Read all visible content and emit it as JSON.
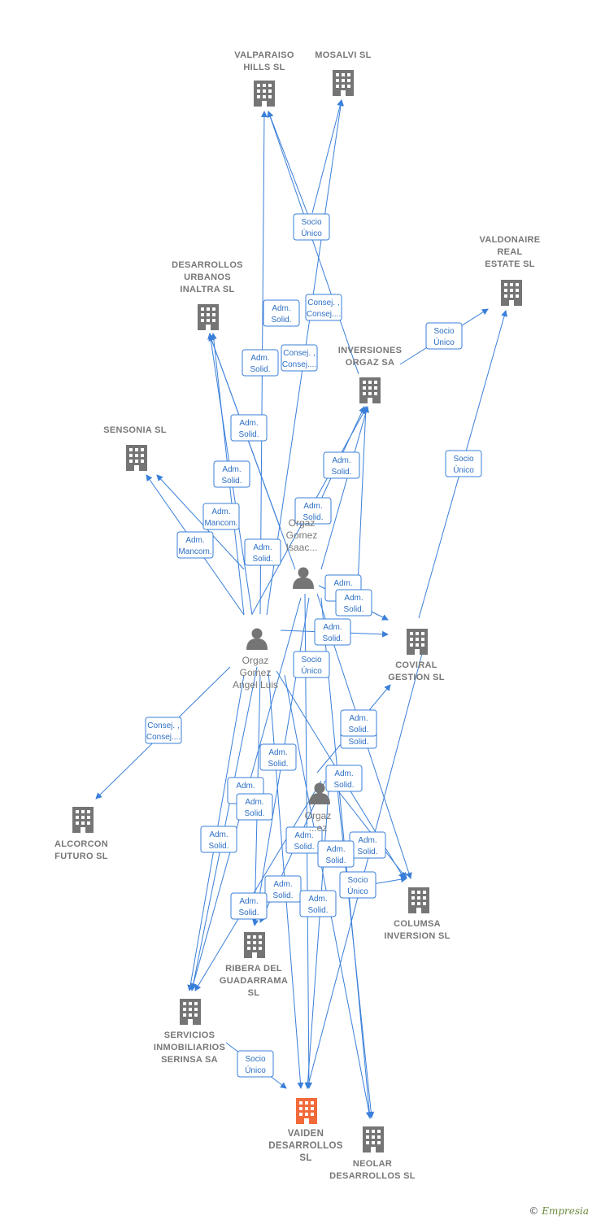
{
  "colors": {
    "edge": "#3a7fd9",
    "node": "#757575",
    "focus": "#f26a3a",
    "person": "#757575"
  },
  "companies": [
    {
      "id": "valparaiso",
      "lines": [
        "VALPARAISO",
        "HILLS  SL"
      ]
    },
    {
      "id": "mosalvi",
      "lines": [
        "MOSALVI SL"
      ]
    },
    {
      "id": "valdonaire",
      "lines": [
        "VALDONAIRE",
        "REAL",
        "ESTATE  SL"
      ]
    },
    {
      "id": "desarrollos-urbanos",
      "lines": [
        "DESARROLLOS",
        "URBANOS",
        "INALTRA  SL"
      ]
    },
    {
      "id": "inversiones-orgaz",
      "lines": [
        "INVERSIONES",
        "ORGAZ SA"
      ]
    },
    {
      "id": "sensonia",
      "lines": [
        "SENSONIA  SL"
      ]
    },
    {
      "id": "coviral",
      "lines": [
        "COVIRAL",
        "GESTION  SL"
      ]
    },
    {
      "id": "alcorcon",
      "lines": [
        "ALCORCON",
        "FUTURO SL"
      ]
    },
    {
      "id": "columsa",
      "lines": [
        "COLUMSA",
        "INVERSION  SL"
      ]
    },
    {
      "id": "ribera",
      "lines": [
        "RIBERA DEL",
        "GUADARRAMA",
        "SL"
      ]
    },
    {
      "id": "serinsa",
      "lines": [
        "SERVICIOS",
        "INMOBILIARIOS",
        "SERINSA SA"
      ]
    },
    {
      "id": "vaiden",
      "lines": [
        "VAIDEN",
        "DESARROLLOS",
        "SL"
      ],
      "focus": true
    },
    {
      "id": "neolar",
      "lines": [
        "NEOLAR",
        "DESARROLLOS SL"
      ]
    }
  ],
  "persons": [
    {
      "id": "isaac",
      "lines": [
        "Orgaz",
        "Gomez",
        "Isaac..."
      ]
    },
    {
      "id": "angel",
      "lines": [
        "Orgaz",
        "Gomez",
        "Angel Luis"
      ]
    },
    {
      "id": "third",
      "lines": [
        "Orgaz",
        "...ez"
      ]
    }
  ],
  "edge_labels": [
    {
      "id": "e1",
      "lines": [
        "Socio",
        "Único"
      ]
    },
    {
      "id": "e2",
      "lines": [
        "Socio",
        "Único"
      ]
    },
    {
      "id": "e3",
      "lines": [
        "Adm.",
        "Solid."
      ]
    },
    {
      "id": "e4",
      "lines": [
        "Consej. ,",
        "Consej...."
      ]
    },
    {
      "id": "e5",
      "lines": [
        "Adm.",
        "Solid."
      ]
    },
    {
      "id": "e6",
      "lines": [
        "Consej. ,",
        "Consej...."
      ]
    },
    {
      "id": "e7",
      "lines": [
        "Adm.",
        "Solid."
      ]
    },
    {
      "id": "e8",
      "lines": [
        "Adm.",
        "Solid."
      ]
    },
    {
      "id": "e9",
      "lines": [
        "Socio",
        "Único"
      ]
    },
    {
      "id": "e10",
      "lines": [
        "Adm.",
        "Solid."
      ]
    },
    {
      "id": "e11",
      "lines": [
        "Adm.",
        "Mancom."
      ]
    },
    {
      "id": "e12",
      "lines": [
        "Adm.",
        "Mancom."
      ]
    },
    {
      "id": "e13",
      "lines": [
        "Adm.",
        "Solid."
      ]
    },
    {
      "id": "e14",
      "lines": [
        "Adm.",
        "Solid."
      ]
    },
    {
      "id": "e15",
      "lines": [
        "Adm.",
        "S..."
      ]
    },
    {
      "id": "e16",
      "lines": [
        "Adm.",
        "Solid."
      ]
    },
    {
      "id": "e17",
      "lines": [
        "Adm.",
        "Solid."
      ]
    },
    {
      "id": "e18",
      "lines": [
        "Socio",
        "Único"
      ]
    },
    {
      "id": "e19",
      "lines": [
        "Consej. ,",
        "Consej...."
      ]
    },
    {
      "id": "e20",
      "lines": [
        "Adm.",
        "Solid."
      ]
    },
    {
      "id": "e21",
      "lines": [
        "Adm.",
        "Solid."
      ]
    },
    {
      "id": "e22",
      "lines": [
        "Adm.",
        "Solid."
      ]
    },
    {
      "id": "e23",
      "lines": [
        "Adm.",
        "S..."
      ]
    },
    {
      "id": "e24",
      "lines": [
        "Adm.",
        "Solid."
      ]
    },
    {
      "id": "e25",
      "lines": [
        "Adm.",
        "Solid."
      ]
    },
    {
      "id": "e26",
      "lines": [
        "Adm.",
        "Solid."
      ]
    },
    {
      "id": "e27",
      "lines": [
        "Adm.",
        "Solid."
      ]
    },
    {
      "id": "e28",
      "lines": [
        "Adm.",
        "Solid."
      ]
    },
    {
      "id": "e29",
      "lines": [
        "Adm.",
        "Solid."
      ]
    },
    {
      "id": "e30",
      "lines": [
        "Socio",
        "Único"
      ]
    },
    {
      "id": "e31",
      "lines": [
        "Adm.",
        "Solid."
      ]
    },
    {
      "id": "e32",
      "lines": [
        "Adm.",
        "Solid."
      ]
    },
    {
      "id": "e33",
      "lines": [
        "Adm.",
        "Solid."
      ]
    },
    {
      "id": "e34",
      "lines": [
        "Socio",
        "Único"
      ]
    }
  ],
  "brand": {
    "copyright": "©",
    "name": "Empresia"
  }
}
